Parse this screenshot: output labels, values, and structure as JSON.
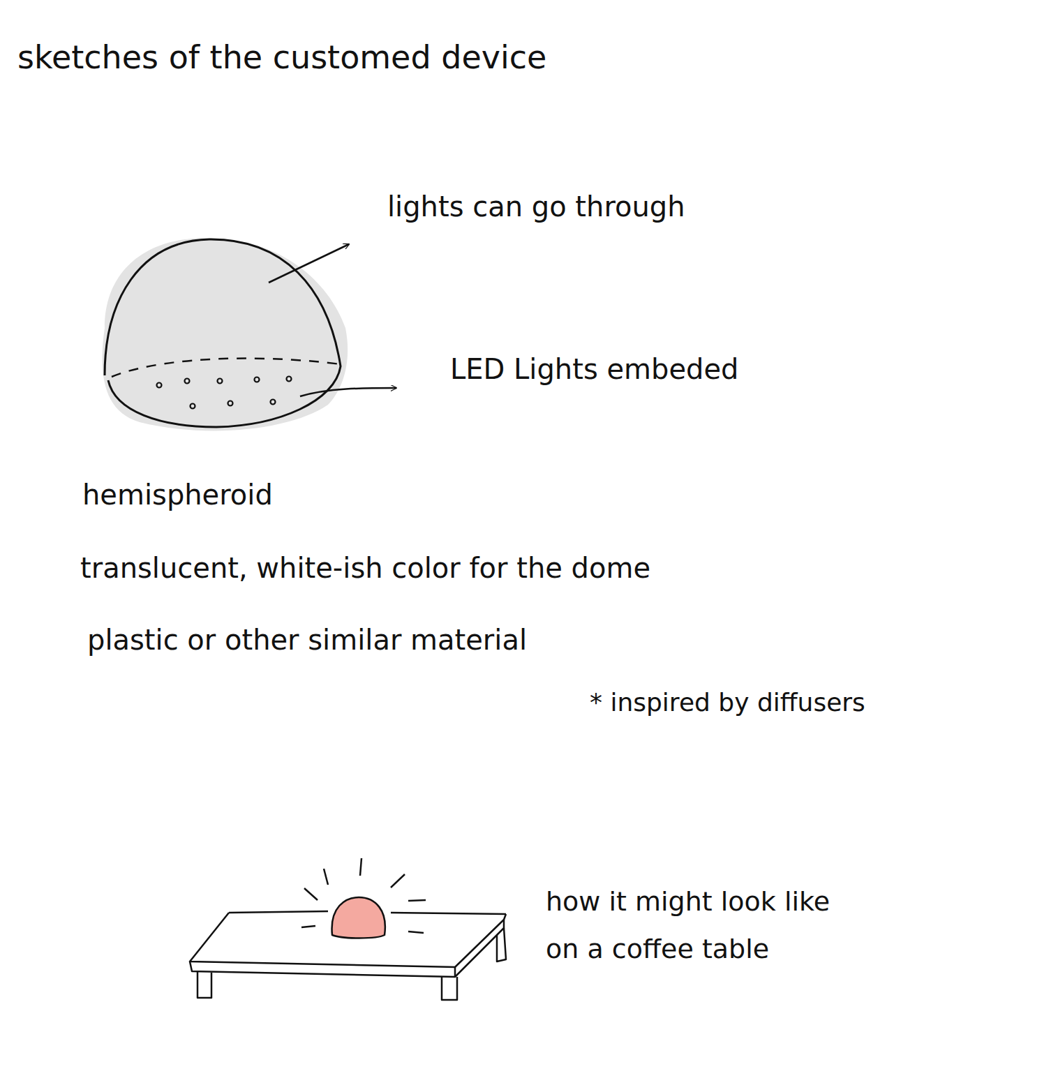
{
  "diagram": {
    "title": "sketches of the customed device",
    "labels": [
      "lights can go through",
      "LED Lights embeded",
      "hemispheroid",
      "translucent, white-ish color for the dome",
      "plastic or other similar material",
      "* inspired by diffusers",
      "how it might look like on a coffee table"
    ]
  }
}
